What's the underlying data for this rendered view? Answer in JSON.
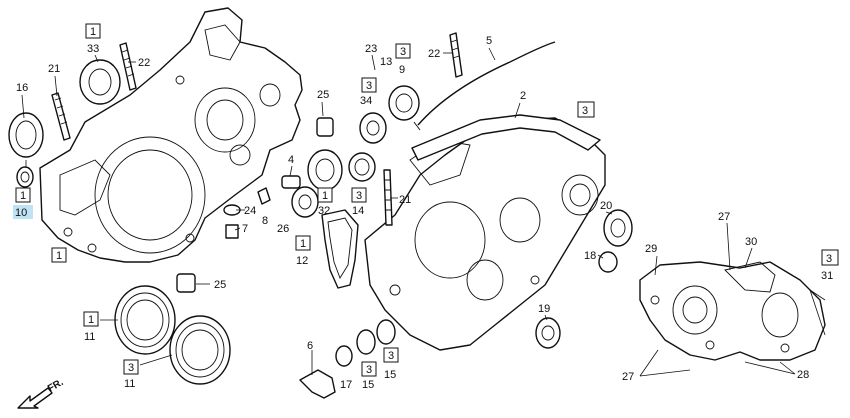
{
  "diagram": {
    "labels": {
      "p16": "16",
      "p21a": "21",
      "p1a": "1",
      "p10": "10",
      "p1b": "1",
      "p33box": "1",
      "p33": "33",
      "p22a": "22",
      "p25a": "25",
      "p4": "4",
      "p1c": "1",
      "p32": "32",
      "p24": "24",
      "p8": "8",
      "p7": "7",
      "p26": "26",
      "p1d": "1",
      "p12": "12",
      "p23": "23",
      "p13": "13",
      "p3a": "3",
      "p3b": "3",
      "p34": "34",
      "p9": "9",
      "p22b": "22",
      "p5": "5",
      "p2": "2",
      "p3c": "3",
      "p14": "14",
      "p3d": "3",
      "p21b": "21",
      "p20": "20",
      "p18": "18",
      "p19": "19",
      "p1e": "1",
      "p11a": "11",
      "p25b": "25",
      "p3e": "3",
      "p11b": "11",
      "p6": "6",
      "p17": "17",
      "p3f": "3",
      "p15a": "15",
      "p3g": "3",
      "p15b": "15",
      "p29": "29",
      "p27a": "27",
      "p30": "30",
      "p3h": "3",
      "p31": "31",
      "p27b": "27",
      "p28": "28",
      "fr": "FR."
    },
    "highlight_color": "#bfe3f5"
  }
}
